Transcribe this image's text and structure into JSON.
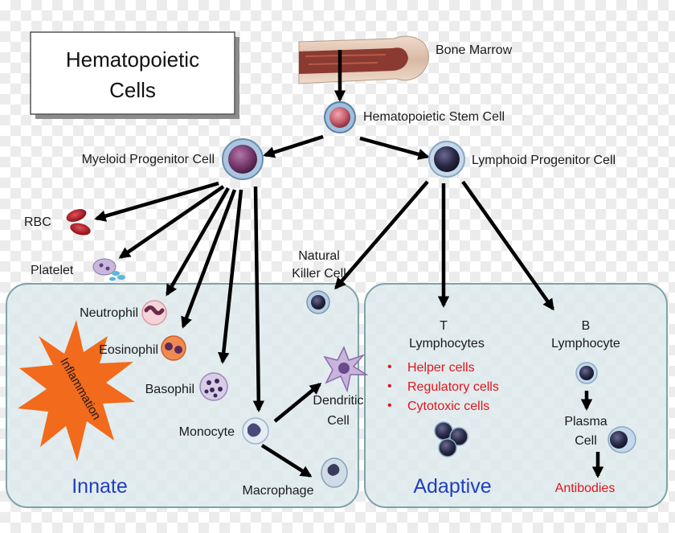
{
  "title": {
    "line1": "Hematopoietic",
    "line2": "Cells"
  },
  "labels": {
    "bone_marrow": "Bone Marrow",
    "stem_cell": "Hematopoietic Stem Cell",
    "myeloid": "Myeloid Progenitor  Cell",
    "lymphoid": "Lymphoid Progenitor Cell",
    "rbc": "RBC",
    "platelet": "Platelet",
    "nk_line1": "Natural",
    "nk_line2": "Killer Cell",
    "neutrophil": "Neutrophil",
    "eosinophil": "Eosinophil",
    "basophil": "Basophil",
    "monocyte": "Monocyte",
    "dendritic_line1": "Dendritic",
    "dendritic_line2": "Cell",
    "macrophage": "Macrophage",
    "t_line1": "T",
    "t_line2": "Lymphocytes",
    "b_line1": "B",
    "b_line2": "Lymphocyte",
    "plasma_line1": "Plasma",
    "plasma_line2": "Cell",
    "antibodies": "Antibodies",
    "inflammation": "Inflammation"
  },
  "t_cell_types": [
    "Helper cells",
    "Regulatory cells",
    "Cytotoxic cells"
  ],
  "regions": {
    "innate": "Innate",
    "adaptive": "Adaptive"
  },
  "colors": {
    "red_text": "#e0141b",
    "blue_text": "#1f3fbf",
    "region_fill": "#dde9ec",
    "region_stroke": "#7fa3a8",
    "inflammation_star": "#f26a1b"
  }
}
